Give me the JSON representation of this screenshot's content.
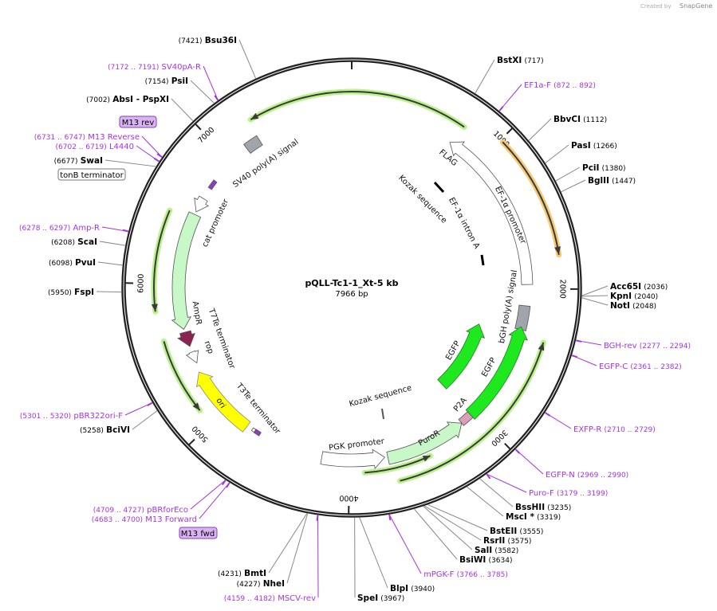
{
  "header": {
    "credit": "Created by",
    "brand": "SnapGene"
  },
  "plasmid": {
    "name": "pQLL-Tc1-1_Xt-5 kb",
    "length_label": "7966 bp",
    "length": 7966
  },
  "ticks": [
    "1000",
    "2000",
    "3000",
    "4000",
    "5000",
    "6000",
    "7000"
  ],
  "sites": [
    {
      "name": "BstXI",
      "pos": "(717)",
      "bp": 717
    },
    {
      "name": "BbvCI",
      "pos": "(1112)",
      "bp": 1112
    },
    {
      "name": "PasI",
      "pos": "(1266)",
      "bp": 1266
    },
    {
      "name": "PciI",
      "pos": "(1380)",
      "bp": 1380
    },
    {
      "name": "BglII",
      "pos": "(1447)",
      "bp": 1447
    },
    {
      "name": "Acc65I",
      "pos": "(2036)",
      "bp": 2036
    },
    {
      "name": "KpnI",
      "pos": "(2040)",
      "bp": 2040
    },
    {
      "name": "NotI",
      "pos": "(2048)",
      "bp": 2048
    },
    {
      "name": "BssHII",
      "pos": "(3235)",
      "bp": 3235
    },
    {
      "name": "MscI *",
      "pos": "(3319)",
      "bp": 3319
    },
    {
      "name": "BstEII",
      "pos": "(3555)",
      "bp": 3555
    },
    {
      "name": "RsrII",
      "pos": "(3575)",
      "bp": 3575
    },
    {
      "name": "SalI",
      "pos": "(3582)",
      "bp": 3582
    },
    {
      "name": "BsiWI",
      "pos": "(3634)",
      "bp": 3634
    },
    {
      "name": "BlpI",
      "pos": "(3940)",
      "bp": 3940
    },
    {
      "name": "SpeI",
      "pos": "(3967)",
      "bp": 3967
    },
    {
      "name": "NheI",
      "pos": "(4227)",
      "bp": 4227
    },
    {
      "name": "BmtI",
      "pos": "(4231)",
      "bp": 4231
    },
    {
      "name": "BciVI",
      "pos": "(5258)",
      "bp": 5258
    },
    {
      "name": "FspI",
      "pos": "(5950)",
      "bp": 5950
    },
    {
      "name": "PvuI",
      "pos": "(6098)",
      "bp": 6098
    },
    {
      "name": "ScaI",
      "pos": "(6208)",
      "bp": 6208
    },
    {
      "name": "SwaI",
      "pos": "(6677)",
      "bp": 6677
    },
    {
      "name": "AbsI  - PspXI",
      "pos": "(7002)",
      "bp": 7002
    },
    {
      "name": "PsiI",
      "pos": "(7154)",
      "bp": 7154
    },
    {
      "name": "Bsu36I",
      "pos": "(7421)",
      "bp": 7421
    }
  ],
  "primers": [
    {
      "name": "EF1a-F",
      "pos": "(872 .. 892)",
      "bp": 882
    },
    {
      "name": "BGH-rev",
      "pos": "(2277 .. 2294)",
      "bp": 2285
    },
    {
      "name": "EGFP-C",
      "pos": "(2361 .. 2382)",
      "bp": 2371
    },
    {
      "name": "EXFP-R",
      "pos": "(2710 .. 2729)",
      "bp": 2720
    },
    {
      "name": "EGFP-N",
      "pos": "(2969 .. 2990)",
      "bp": 2980
    },
    {
      "name": "Puro-F",
      "pos": "(3179 .. 3199)",
      "bp": 3189
    },
    {
      "name": "mPGK-F",
      "pos": "(3766 .. 3785)",
      "bp": 3775
    },
    {
      "name": "MSCV-rev",
      "pos": "(4159 .. 4182)",
      "bp": 4170
    },
    {
      "name": "M13 Forward",
      "pos": "(4683 .. 4700)",
      "bp": 4692
    },
    {
      "name": "pBRforEco",
      "pos": "(4709 .. 4727)",
      "bp": 4718
    },
    {
      "name": "pBR322ori-F",
      "pos": "(5301 .. 5320)",
      "bp": 5310
    },
    {
      "name": "Amp-R",
      "pos": "(6278 .. 6297)",
      "bp": 6287
    },
    {
      "name": "L4440",
      "pos": "(6702 .. 6719)",
      "bp": 6710
    },
    {
      "name": "M13 Reverse",
      "pos": "(6731 .. 6747)",
      "bp": 6739
    },
    {
      "name": "SV40pA-R",
      "pos": "(7172 .. 7191)",
      "bp": 7181
    }
  ],
  "boxed_labels": [
    "M13 rev",
    "tonB terminator",
    "M13 fwd"
  ],
  "features": [
    "SV40 poly(A) signal",
    "FLAG",
    "EF-1α promoter",
    "Kozak sequence",
    "EF-1α intron A",
    "bGH poly(A) signal",
    "EGFP",
    "EGFP",
    "P2A",
    "PuroR",
    "PGK promoter",
    "Kozak sequence",
    "ori",
    "T3Te terminator",
    "T7Te terminator",
    "rop",
    "AmpR",
    "cat promoter"
  ],
  "colors": {
    "primer": "#a632e6",
    "egfp": "#1ee81e",
    "ori": "#ffff00",
    "puro": "#c8f7c8",
    "ampr": "#8b2252",
    "orf_highlight": "#b9f18a",
    "orange": "#f7c977",
    "gray_box": "#a0a4ab",
    "flag": "#d9a0b8"
  }
}
